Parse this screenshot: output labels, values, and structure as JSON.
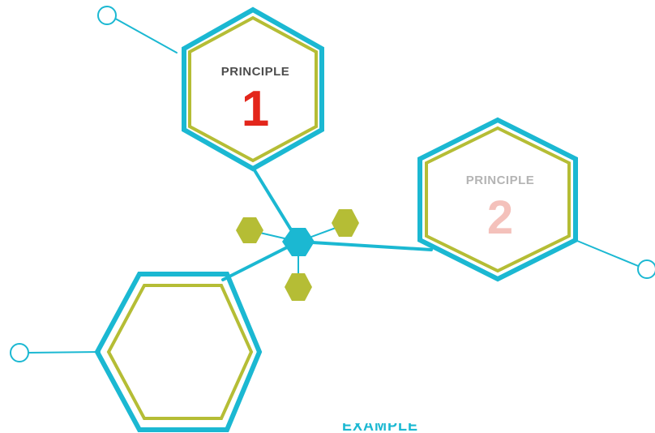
{
  "principles": [
    {
      "label": "PRINCIPLE",
      "number": "1"
    },
    {
      "label": "PRINCIPLE",
      "number": "2"
    }
  ],
  "footer_text": "EXAMPLE",
  "colors": {
    "cyan": "#1bb8d2",
    "olive": "#b5bd35",
    "number_red": "#e3261b",
    "number_faded": "#f4c1bb",
    "label_dark": "#4d4d4d",
    "label_faded": "#b4b4b4"
  }
}
